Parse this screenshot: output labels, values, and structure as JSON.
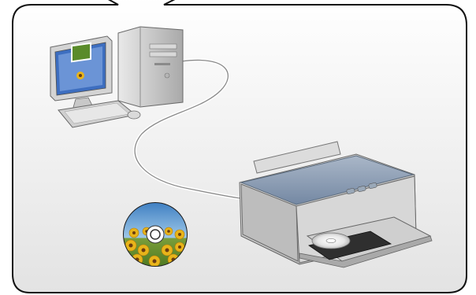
{
  "illustration": {
    "scene": [
      "computer",
      "printer",
      "cd",
      "usb-cable"
    ],
    "colors": {
      "frame_fill": "#eeeeee",
      "frame_stroke": "#111111",
      "device_gray": "#cfcfcf",
      "printer_lid": "#8fa2ba",
      "flower_yellow": "#e8b41a",
      "sky_blue": "#5a92c8"
    },
    "icons": [
      "desktop-computer-icon",
      "inkjet-printer-icon",
      "sunflower-disc-icon"
    ]
  }
}
